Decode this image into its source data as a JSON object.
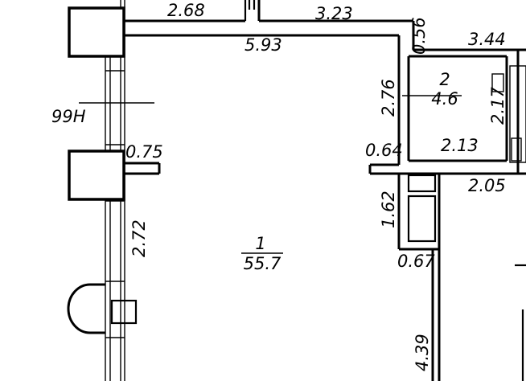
{
  "plan": {
    "rooms": [
      {
        "number": "1",
        "area": "55.7"
      },
      {
        "number": "2",
        "area": "4.6"
      }
    ],
    "dimensions": {
      "top_left": "2.68",
      "top_mid": "3.23",
      "top_right": "3.44",
      "top_inner": "5.93",
      "small_vert_top": "0.56",
      "room2_height": "2.76",
      "room2_width": "2.13",
      "room2_right": "2.17",
      "left_stub": "0.75",
      "stub_right": "0.64",
      "corridor_width": "2.05",
      "niche_height": "1.62",
      "niche_depth": "0.67",
      "left_wall_segment": "2.72",
      "bottom_right": "4.39"
    },
    "section_mark": "99H"
  }
}
